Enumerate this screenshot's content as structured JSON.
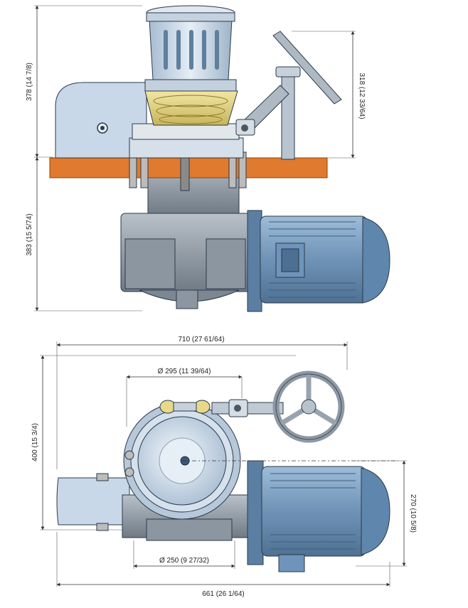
{
  "colors": {
    "deck": "#e07a2e",
    "motor": "#7fa4c6",
    "body_grey": "#9aa4ae",
    "drum": "#c9d6e4",
    "gypsy": "#e8d98a"
  },
  "dimensions": {
    "top_height": "378 (14 7/8)",
    "handle_height": "318 (12 33/64)",
    "below_deck": "383 (15 5/74)",
    "overall_width": "710 (27 61/64)",
    "drum_diameter": "Ø 295 (11 39/64)",
    "base_diameter": "Ø 250 (9 27/32)",
    "plan_depth": "400 (15 3/4)",
    "motor_height": "270 (10 5/8)",
    "base_width": "661 (26 1/64)"
  }
}
